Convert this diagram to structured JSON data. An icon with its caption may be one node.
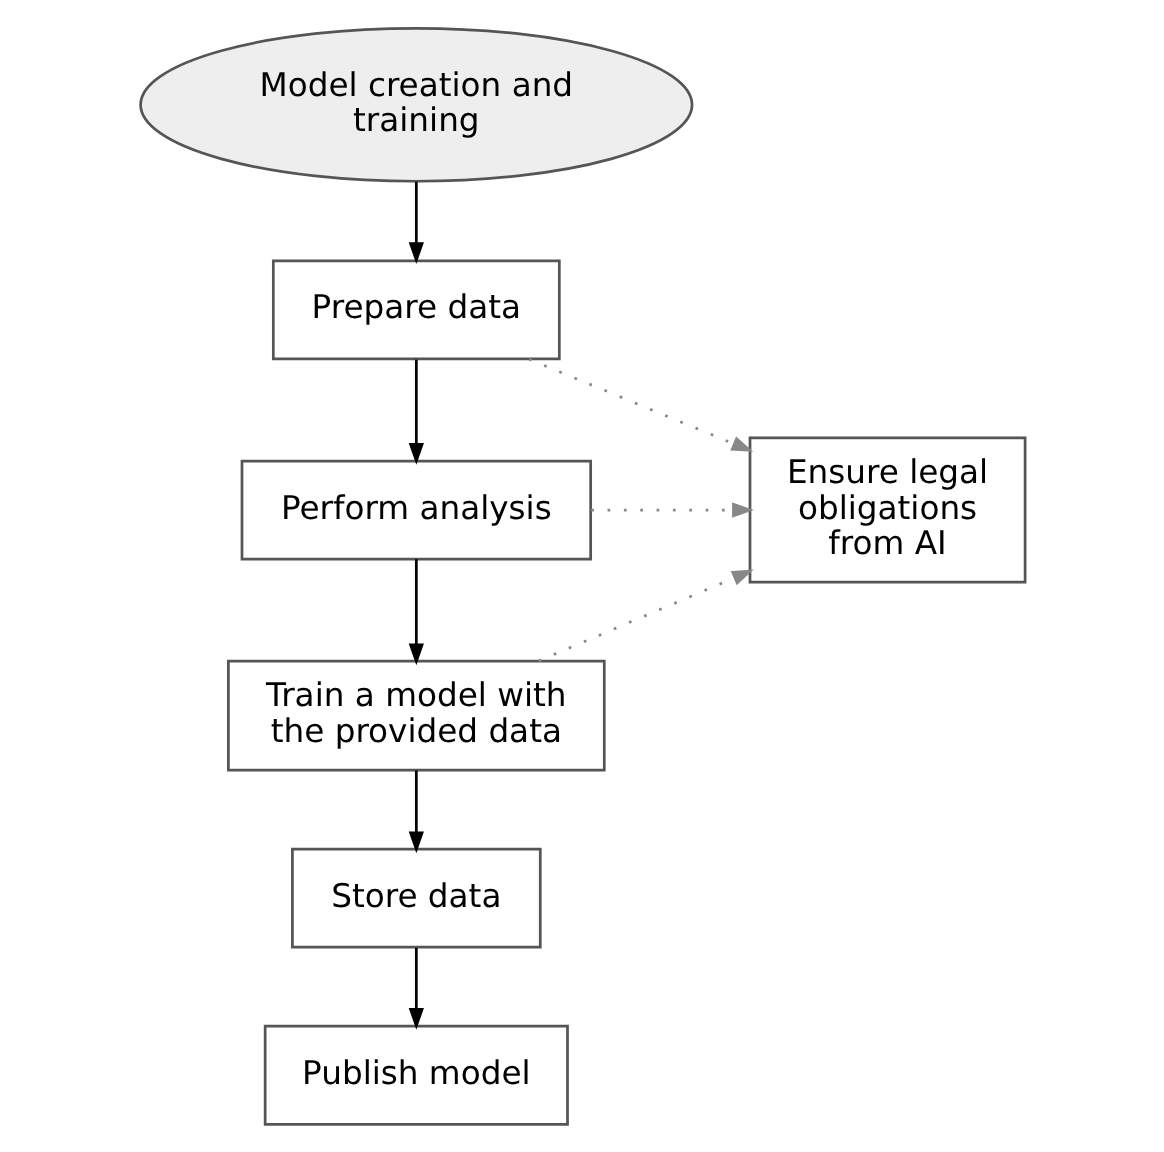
{
  "diagram": {
    "nodes": [
      {
        "text": [
          "Model creation and training"
        ]
      },
      {
        "text": [
          "Prepare data"
        ]
      },
      {
        "text": [
          "Perform analysis"
        ]
      },
      {
        "text": [
          "Train a model with the provided data"
        ]
      },
      {
        "text": [
          "Store data"
        ]
      },
      {
        "text": [
          "Publish model"
        ]
      },
      {
        "text": [
          "Ensure legal obligations from AI"
        ]
      }
    ],
    "edges": [
      {
        "from": 0,
        "to": 1,
        "arrow": "to"
      },
      {
        "from": 1,
        "to": 2,
        "arrow": "to"
      },
      {
        "from": 2,
        "to": 3,
        "arrow": "to"
      },
      {
        "from": 3,
        "to": 4,
        "arrow": "to"
      },
      {
        "from": 4,
        "to": 5,
        "arrow": "to"
      },
      {
        "from": 1,
        "to": 6,
        "arrow": "to",
        "style": "dashed",
        "color": "#888888"
      },
      {
        "from": 2,
        "to": 6,
        "arrow": "to",
        "style": "dashed",
        "color": "#888888"
      },
      {
        "from": 3,
        "to": 6,
        "arrow": "to",
        "style": "dashed",
        "color": "#888888"
      }
    ]
  }
}
